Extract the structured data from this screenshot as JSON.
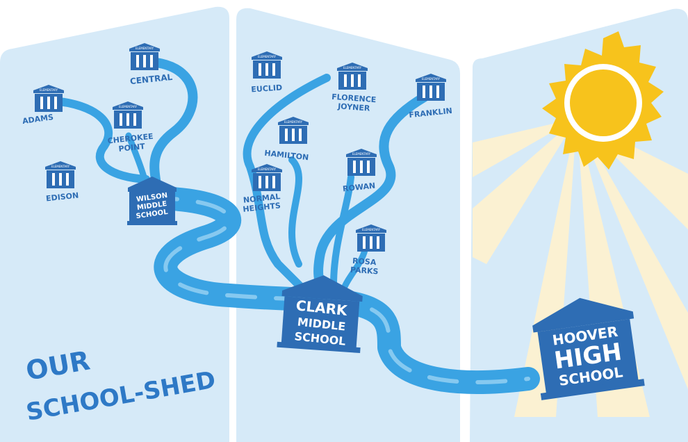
{
  "title": [
    "OUR",
    "SCHOOL-SHED"
  ],
  "badge_text": "ELEMENTARY",
  "elementary_schools": [
    {
      "id": "adams",
      "lines": [
        "ADAMS"
      ]
    },
    {
      "id": "central",
      "lines": [
        "CENTRAL"
      ]
    },
    {
      "id": "cherokee-point",
      "lines": [
        "CHEROKEE",
        "POINT"
      ]
    },
    {
      "id": "edison",
      "lines": [
        "EDISON"
      ]
    },
    {
      "id": "euclid",
      "lines": [
        "EUCLID"
      ]
    },
    {
      "id": "florence-joyner",
      "lines": [
        "FLORENCE",
        "JOYNER"
      ]
    },
    {
      "id": "franklin",
      "lines": [
        "FRANKLIN"
      ]
    },
    {
      "id": "hamilton",
      "lines": [
        "HAMILTON"
      ]
    },
    {
      "id": "normal-heights",
      "lines": [
        "NORMAL",
        "HEIGHTS"
      ]
    },
    {
      "id": "rowan",
      "lines": [
        "ROWAN"
      ]
    },
    {
      "id": "rosa-parks",
      "lines": [
        "ROSA",
        "PARKS"
      ]
    }
  ],
  "middle_schools": [
    {
      "id": "wilson",
      "lines": [
        "WILSON",
        "MIDDLE",
        "SCHOOL"
      ]
    },
    {
      "id": "clark",
      "lines": [
        "CLARK",
        "MIDDLE",
        "SCHOOL"
      ]
    }
  ],
  "high_school": {
    "id": "hoover",
    "lines": [
      "HOOVER",
      "HIGH",
      "SCHOOL"
    ]
  },
  "colors": {
    "panel": "#d6eaf8",
    "river": "#3aa3e3",
    "river_light": "#86c9f0",
    "building": "#2e6db4",
    "label": "#2e6db4",
    "sun": "#f7c31c",
    "sun_ray": "#fbf1d2"
  }
}
